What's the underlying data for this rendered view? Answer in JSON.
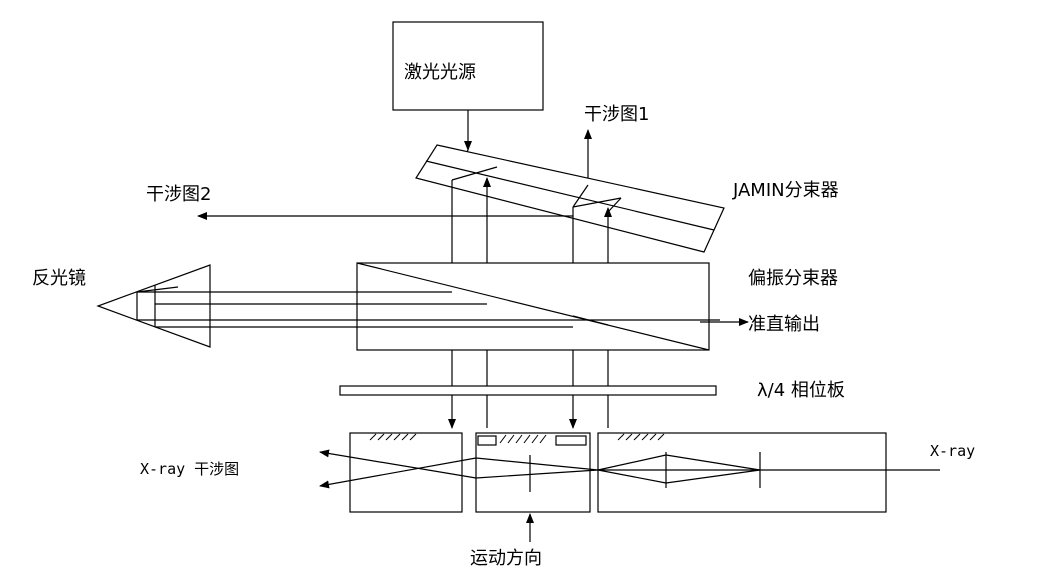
{
  "labels": {
    "laser_source": "激光光源",
    "interferogram_1": "干涉图1",
    "interferogram_2": "干涉图2",
    "jamin_splitter": "JAMIN分束器",
    "reflector": "反光镜",
    "polarizing_splitter": "偏振分束器",
    "collimated_output": "准直输出",
    "quarter_wave_plate": "λ/4 相位板",
    "xray_interferogram": "X-ray 干涉图",
    "xray_input": "X-ray",
    "motion_direction": "运动方向"
  }
}
